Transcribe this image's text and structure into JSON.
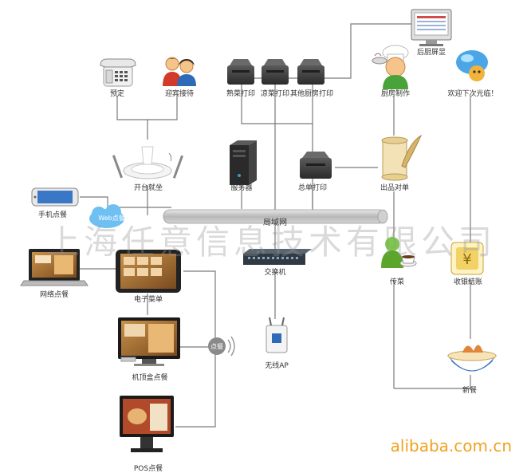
{
  "nodes": {
    "reserve": "预定",
    "reception": "迎宾接待",
    "hot_print": "熟菜打印",
    "cold_print": "凉菜打印",
    "other_print": "其他厨房打印",
    "kitchen_screen": "后厨屏显",
    "kitchen_cook": "厨房制作",
    "welcome": "欢迎下次光临！",
    "open_table": "开台就坐",
    "server": "服务器",
    "total_print": "总单打印",
    "dish_check": "出品对单",
    "mobile_order": "手机点餐",
    "web_order": "Web点餐",
    "online_order": "网络点餐",
    "e_menu": "电子菜单",
    "switch": "交换机",
    "serve": "传菜",
    "cashier": "收银结账",
    "kiosk_order": "机顶盒点餐",
    "order_bubble": "点餐",
    "wireless_ap": "无线AP",
    "new_meal": "新餐",
    "pos_order": "POS点餐",
    "lan": "局域网"
  },
  "watermark": "上海任意信息技术有限公司",
  "footer": "alibaba.com.cn",
  "colors": {
    "line": "#7a7a7a",
    "footer": "#f2a21e",
    "watermark": "#aaaaaa",
    "bubble_blue": "#4aa6e6"
  }
}
